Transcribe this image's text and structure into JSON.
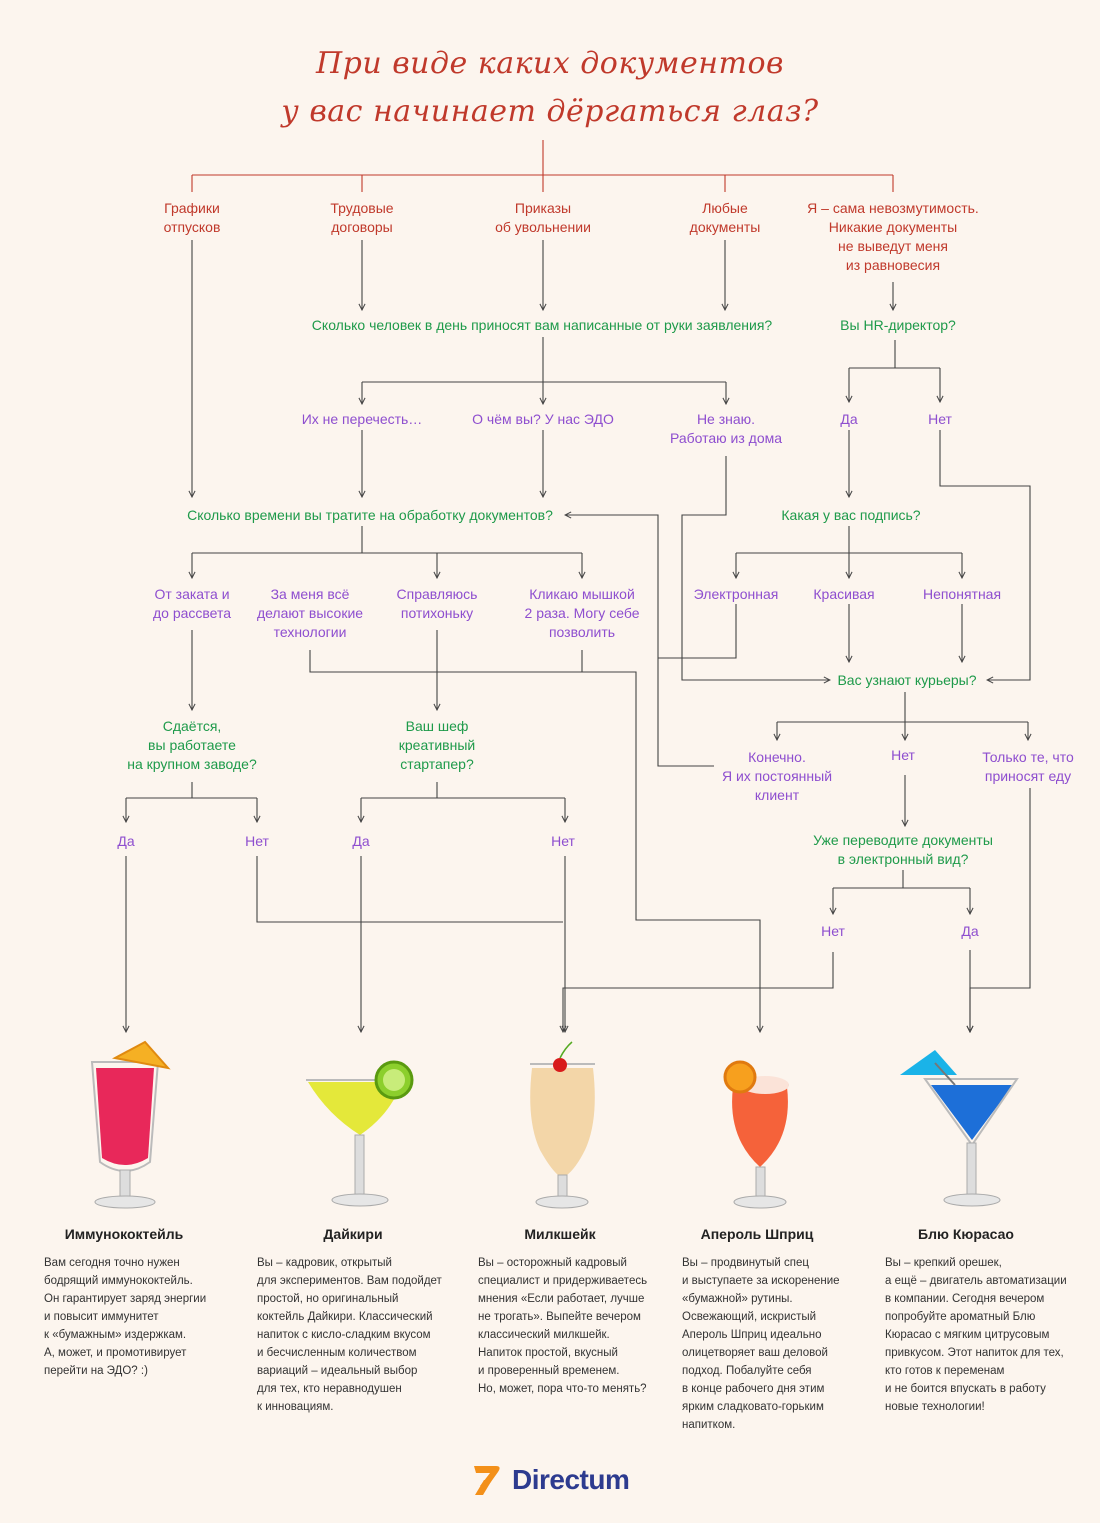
{
  "title": [
    "При виде каких документов",
    "у вас начинает дёргаться глаз?"
  ],
  "colors": {
    "title": "#c0392b",
    "question": "#1e9a4a",
    "answer": "#8e4ecf",
    "line": "#444444"
  },
  "level1": [
    "Графики\nотпусков",
    "Трудовые\nдоговоры",
    "Приказы\nоб увольнении",
    "Любые\nдокументы",
    "Я – сама невозмутимость.\nНикакие документы\nне выведут меня\nиз равновесия"
  ],
  "questions": {
    "q_handwritten": "Сколько человек в день приносят вам написанные от руки заявления?",
    "q_hr": "Вы HR-директор?",
    "q_time": "Сколько времени вы тратите на обработку документов?",
    "q_signature": "Какая у вас подпись?",
    "q_couriers": "Вас узнают курьеры?",
    "q_plant": "Сдаётся,\nвы работаете\nна крупном заводе?",
    "q_chef": "Ваш шеф\nкреативный\nстартапер?",
    "q_electronic": "Уже переводите документы\nв электронный вид?"
  },
  "answers": {
    "a_countless": "Их не перечесть…",
    "a_edo": "О чём вы? У нас ЭДО",
    "a_dontknow": "Не знаю.\nРаботаю из дома",
    "a_hr_yes": "Да",
    "a_hr_no": "Нет",
    "a_sunset": "От заката и\nдо рассвета",
    "a_hightech": "За меня всё\nделают высокие\nтехнологии",
    "a_cope": "Справляюсь\nпотихоньку",
    "a_click": "Кликаю мышкой\n2 раза. Могу себе\nпозволить",
    "a_sig_electronic": "Электронная",
    "a_sig_beautiful": "Красивая",
    "a_sig_unclear": "Непонятная",
    "a_cour_yes": "Конечно.\nЯ их постоянный\nклиент",
    "a_cour_no": "Нет",
    "a_cour_food": "Только те, что\nприносят еду",
    "a_plant_yes": "Да",
    "a_plant_no": "Нет",
    "a_chef_yes": "Да",
    "a_chef_no": "Нет",
    "a_el_no": "Нет",
    "a_el_yes": "Да"
  },
  "cocktails": [
    {
      "name": "Иммунококтейль",
      "text": "Вам сегодня точно нужен\nбодрящий иммунококтейль.\nОн гарантирует заряд энергии\nи повысит иммунитет\nк «бумажным» издержкам.\nА, может, и промотивирует\nперейти на ЭДО? :)",
      "glass": "highball",
      "color": "#e8285a"
    },
    {
      "name": "Дайкири",
      "text": "Вы – кадровик, открытый\nдля экспериментов. Вам подойдет\nпростой, но оригинальный\nкоктейль Дайкири. Классический\nнапиток с кисло-сладким вкусом\nи бесчисленным количеством\nвариаций – идеальный выбор\nдля тех, кто неравнодушен\nк инновациям.",
      "glass": "margarita",
      "color": "#e4e83a"
    },
    {
      "name": "Милкшейк",
      "text": "Вы – осторожный кадровый\nспециалист и придерживаетесь\nмнения «Если работает, лучше\nне трогать». Выпейте вечером\nклассический милкшейк.\nНапиток простой, вкусный\nи проверенный временем.\nНо, может, пора что-то менять?",
      "glass": "hurricane",
      "color": "#f3d6a8"
    },
    {
      "name": "Апероль Шприц",
      "text": "Вы – продвинутый спец\nи выступаете за искоренение\n«бумажной» рутины.\nОсвежающий, искристый\nАпероль Шприц идеально\nолицетворяет ваш деловой\nподход. Побалуйте себя\nв конце рабочего дня этим\nярким сладковато-горьким\nнапитком.",
      "glass": "wine",
      "color": "#f5623a"
    },
    {
      "name": "Блю Кюрасао",
      "text": "Вы – крепкий орешек,\nа ещё – двигатель автоматизации\nв компании. Сегодня вечером\nпопробуйте ароматный Блю\nКюрасао с мягким цитрусовым\nпривкусом. Этот напиток для тех,\nкто готов к переменам\nи не боится впускать в работу\nновые технологии!",
      "glass": "martini",
      "color": "#1d6fd8"
    }
  ],
  "logo": "Directum"
}
